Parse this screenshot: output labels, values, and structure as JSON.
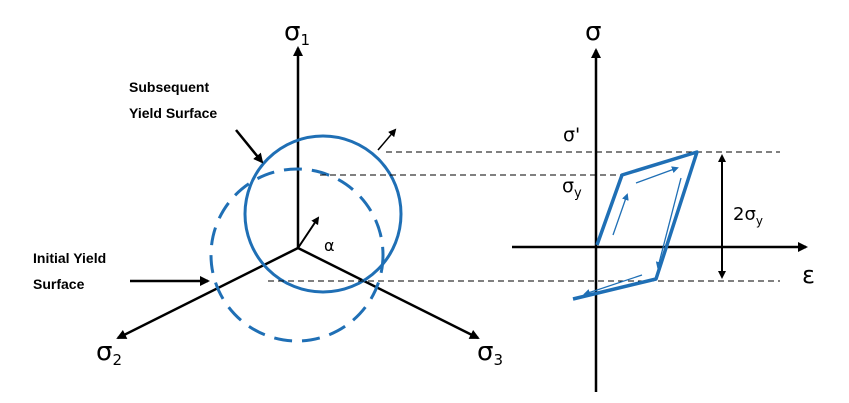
{
  "left_diagram": {
    "axis_labels": {
      "sigma1_base": "σ",
      "sigma1_sub": "1",
      "sigma2_base": "σ",
      "sigma2_sub": "2",
      "sigma3_base": "σ",
      "sigma3_sub": "3"
    },
    "backstress_label": "α",
    "subsequent_label_line1": "Subsequent",
    "subsequent_label_line2": "Yield Surface",
    "initial_label_line1": "Initial Yield",
    "initial_label_line2": "Surface"
  },
  "right_diagram": {
    "y_axis_label": "σ",
    "x_axis_label": "ε",
    "sigma_prime_label": "σ'",
    "sigma_y_base": "σ",
    "sigma_y_sub": "y",
    "range_label_prefix": "2σ",
    "range_label_sub": "y"
  },
  "colors": {
    "surface_blue": "#1f6fb5",
    "axis": "#000000"
  }
}
